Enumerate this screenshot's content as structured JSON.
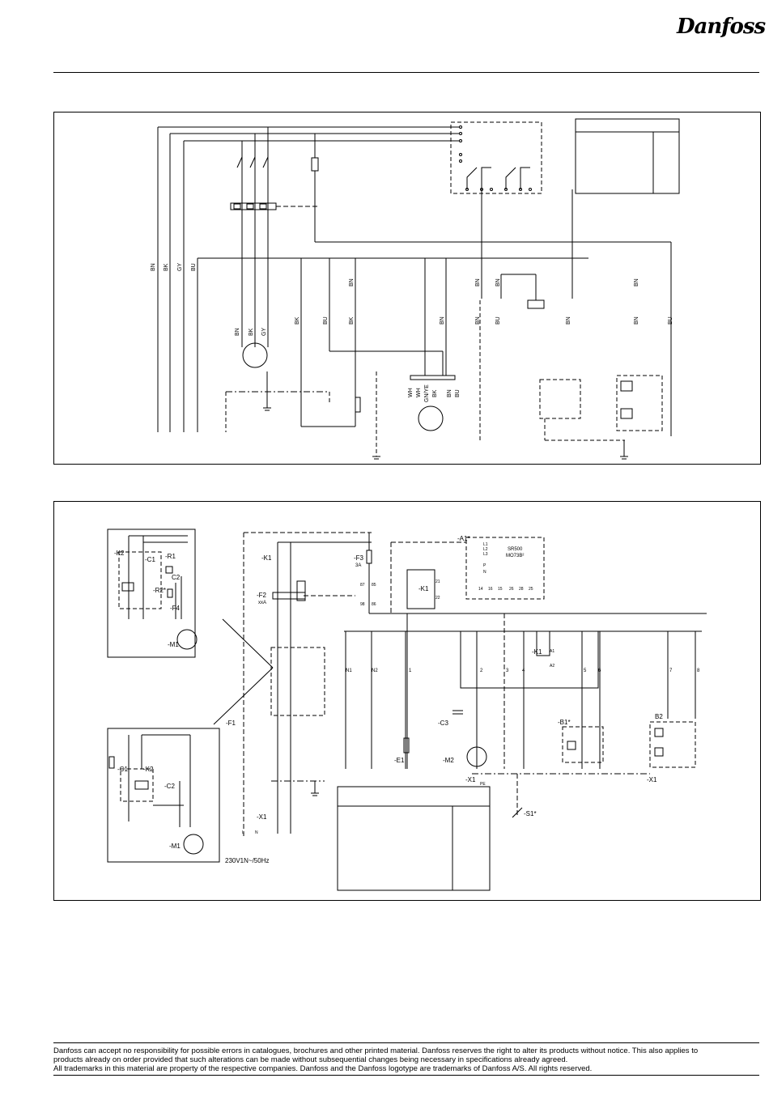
{
  "brand": {
    "logo_text": "Danfoss"
  },
  "diagram1": {
    "wire_labels": [
      "BN",
      "BK",
      "GY",
      "BU",
      "BN",
      "BK",
      "GY",
      "BK",
      "BU",
      "BN",
      "BK",
      "BN",
      "BN",
      "BN",
      "BN",
      "BN",
      "BU",
      "BN",
      "BN",
      "BU",
      "WH",
      "WH",
      "GN/YE",
      "BK",
      "BN",
      "BU"
    ]
  },
  "diagram2": {
    "refs": {
      "k2_top": "-K2",
      "c1_top": "-C1",
      "r1": "-R1",
      "c2_top": "C2",
      "r2": "-R2*",
      "f4": "-F4",
      "m1_top": "-M1",
      "k1_top": "-K1",
      "f2": "-F2",
      "f2_sub": "xxA",
      "f3": "-F3",
      "f3_sub": "3A",
      "k1_mid": "-K1",
      "a1": "-A1*",
      "sr500": "SR500",
      "mo7": "MO73B²",
      "k1_right": "-K1",
      "f1": "-F1",
      "c3": "-C3",
      "e1": "-E1",
      "m2": "-M2",
      "x1_a": "-X1",
      "x1_b": "-X1",
      "x1_c": "-X1",
      "b1": "-B1*",
      "b2": "B2",
      "s1": "-S1*",
      "c1_bot": "-C1",
      "k2_bot": "-K2",
      "c2_bot": "-C2",
      "m1_bot": "-M1"
    },
    "terminals": [
      "N1",
      "N2",
      "1",
      "2",
      "3",
      "4",
      "5",
      "6",
      "7",
      "8"
    ],
    "supply_label": "230V1N~/50Hz",
    "small_labels": {
      "l1": "L1",
      "l2": "L2",
      "l3": "L3",
      "p": "P",
      "n": "N",
      "t14": "14",
      "t16": "16",
      "t15": "15",
      "t26": "26",
      "t28": "28",
      "t25": "25",
      "c21": "21",
      "c22": "22",
      "c87": "87",
      "c85": "85",
      "c98": "98",
      "c86": "86",
      "a1c": "A1",
      "a2c": "A2",
      "pe": "PE",
      "l": "L",
      "nn": "N"
    }
  },
  "footer": {
    "line1": "Danfoss can accept no responsibility for possible errors in catalogues, brochures and other printed material. Danfoss reserves the right to alter its products without notice. This also applies to",
    "line2": "products already on order provided that such alterations can be made without subsequential changes being necessary in specifications already agreed.",
    "line3": "All trademarks in this material are property of the respective companies. Danfoss and the Danfoss logotype are trademarks of Danfoss A/S. All rights reserved."
  }
}
